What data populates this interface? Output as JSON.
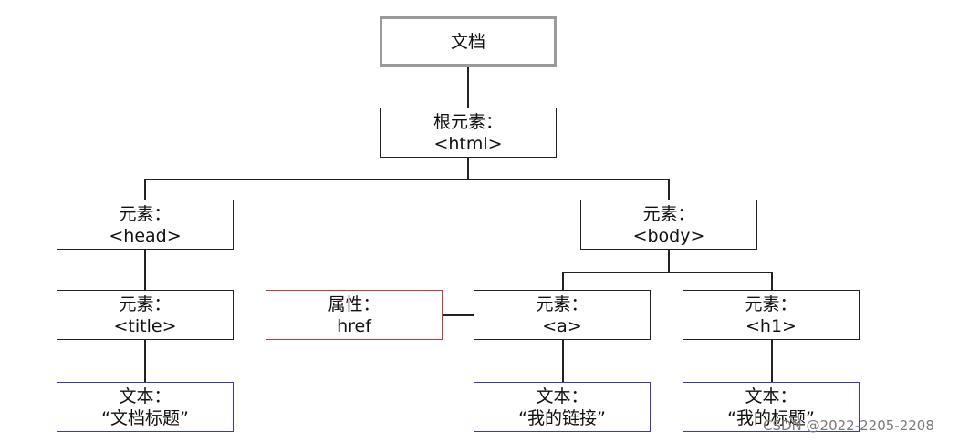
{
  "nodes": {
    "document": {
      "line1": "文档"
    },
    "html": {
      "line1": "根元素：",
      "line2": "<html>"
    },
    "head": {
      "line1": "元素：",
      "line2": "<head>"
    },
    "body": {
      "line1": "元素：",
      "line2": "<body>"
    },
    "title": {
      "line1": "元素：",
      "line2": "<title>"
    },
    "attr_href": {
      "line1": "属性：",
      "line2": "href"
    },
    "a": {
      "line1": "元素：",
      "line2": "<a>"
    },
    "h1": {
      "line1": "元素：",
      "line2": "<h1>"
    },
    "text_title": {
      "line1": "文本：",
      "line2": "“文档标题”"
    },
    "text_link": {
      "line1": "文本：",
      "line2": "“我的链接”"
    },
    "text_h1": {
      "line1": "文本：",
      "line2": "“我的标题”"
    }
  },
  "colors": {
    "document_border": "#9a9a9a",
    "attribute_border": "#c23a3a",
    "text_border": "#3a3ab0",
    "element_border": "#222222"
  },
  "watermark": "CSDN @2022-2205-2208"
}
